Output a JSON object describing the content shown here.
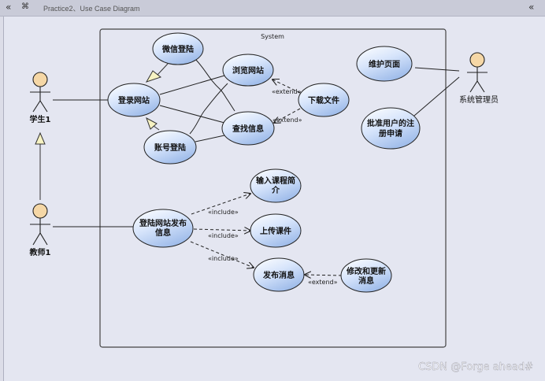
{
  "window": {
    "title": "Practice2、Use Case Diagram",
    "collapse_icon": "double-chevron-left-icon",
    "diagram_icon": "diagram-icon"
  },
  "diagram": {
    "system_label": "System",
    "actors": {
      "student": "学生1",
      "teacher": "教师1",
      "admin": "系统管理员"
    },
    "usecases": {
      "wechat_login": "微信登陆",
      "browse": "浏览网站",
      "login": "登录网站",
      "download": "下载文件",
      "search": "查找信息",
      "account_login": "账号登陆",
      "maintain": "维护页面",
      "approve_l1": "批准用户的注",
      "approve_l2": "册申请",
      "course_l1": "输入课程简",
      "course_l2": "介",
      "publish_l1": "登陆网站发布",
      "publish_l2": "信息",
      "upload": "上传课件",
      "post": "发布消息",
      "modify_l1": "修改和更新",
      "modify_l2": "消息"
    },
    "relations": {
      "extend": "«extend»",
      "include": "«include»"
    }
  },
  "watermark": "CSDN @Forge ahead#"
}
